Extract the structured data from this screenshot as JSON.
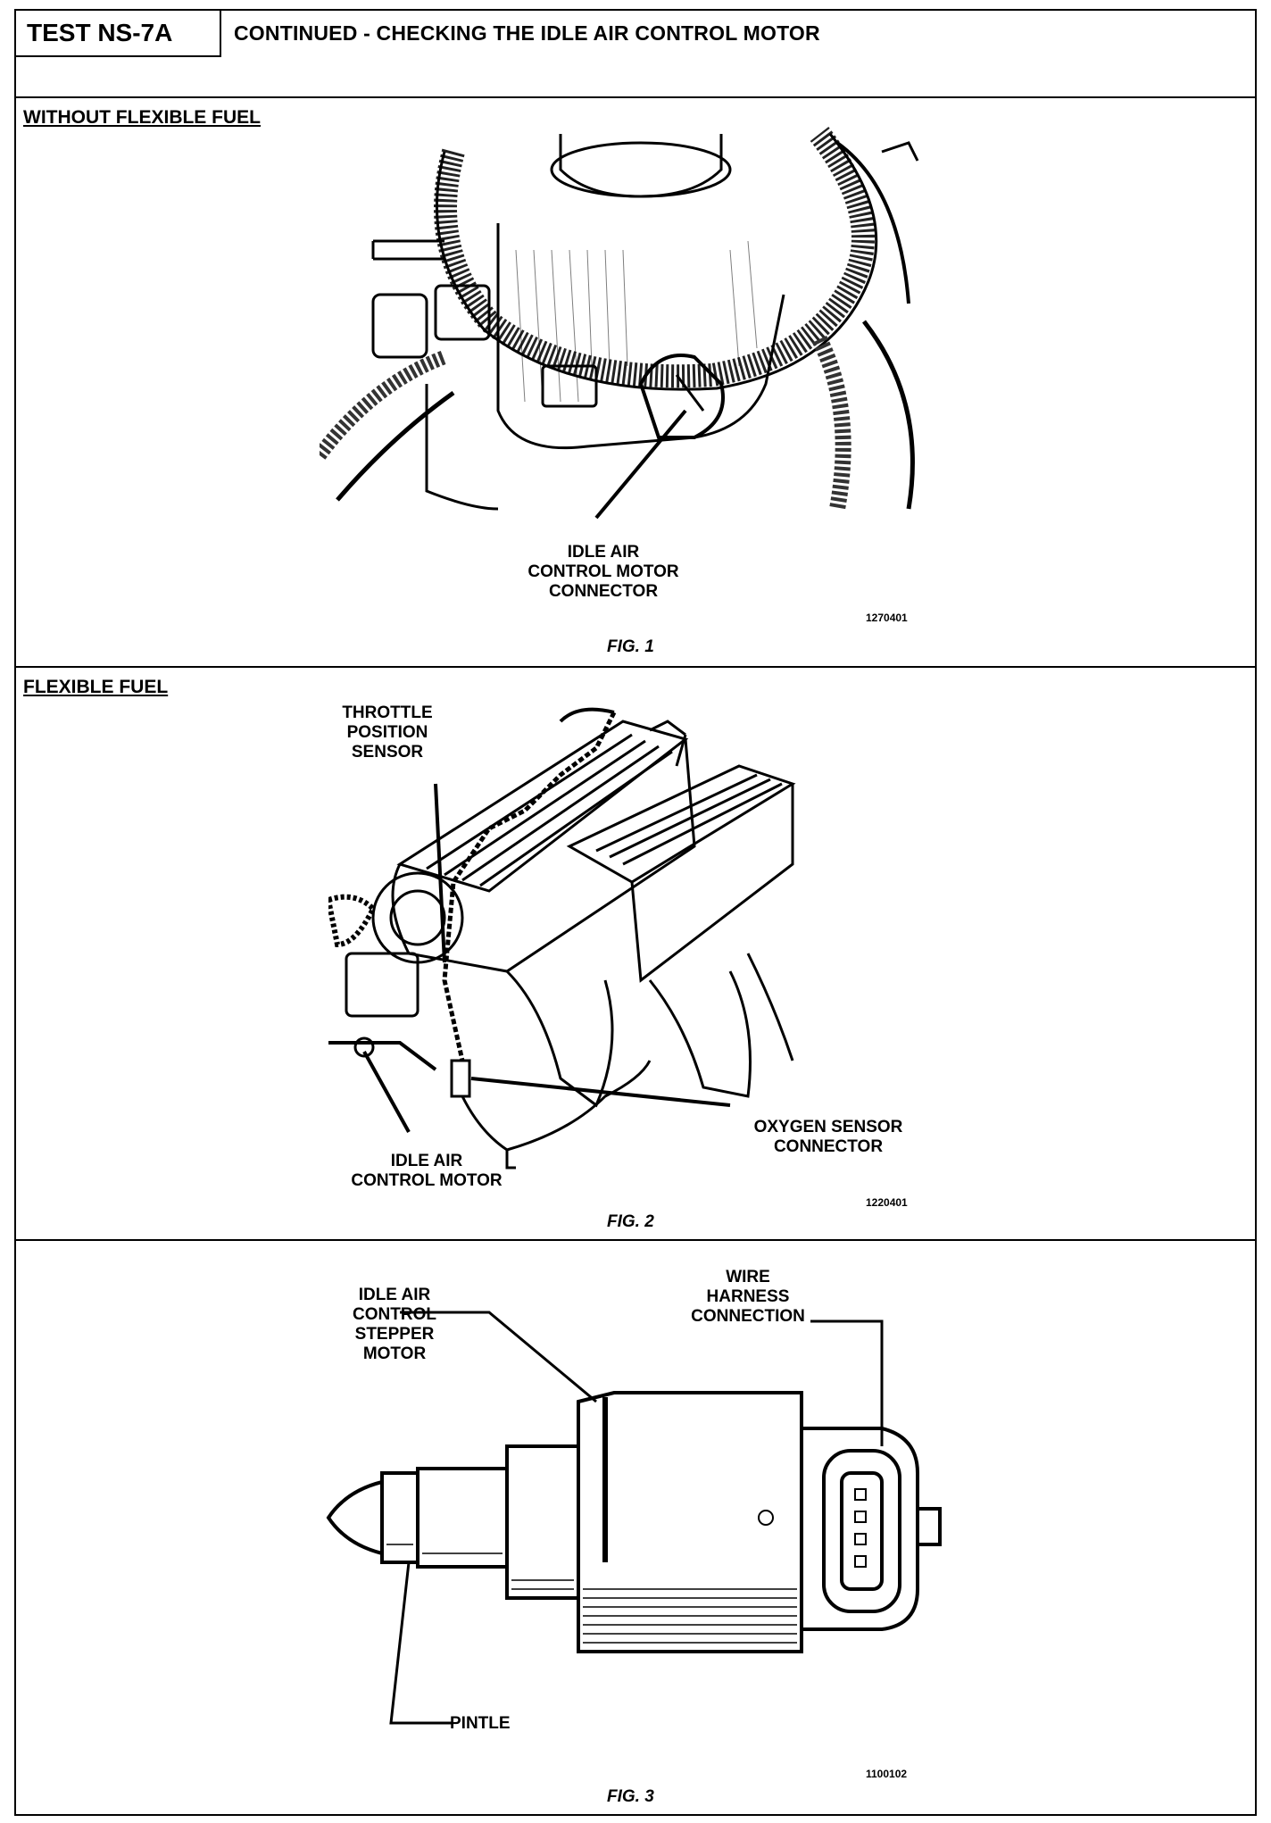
{
  "header": {
    "test_id": "TEST NS-7A",
    "title": "CONTINUED - CHECKING THE IDLE AIR CONTROL MOTOR"
  },
  "figures": [
    {
      "section_label": "WITHOUT FLEXIBLE FUEL",
      "callouts": [
        "IDLE AIR\nCONTROL MOTOR\nCONNECTOR"
      ],
      "image_id": "1270401",
      "caption": "FIG. 1"
    },
    {
      "section_label": "FLEXIBLE FUEL",
      "callouts": [
        "THROTTLE\nPOSITION\nSENSOR",
        "IDLE AIR\nCONTROL MOTOR",
        "OXYGEN SENSOR\nCONNECTOR"
      ],
      "image_id": "1220401",
      "caption": "FIG. 2"
    },
    {
      "section_label": "",
      "callouts": [
        "IDLE AIR\nCONTROL\nSTEPPER\nMOTOR",
        "WIRE\nHARNESS\nCONNECTION",
        "PINTLE"
      ],
      "image_id": "1100102",
      "caption": "FIG. 3"
    }
  ]
}
